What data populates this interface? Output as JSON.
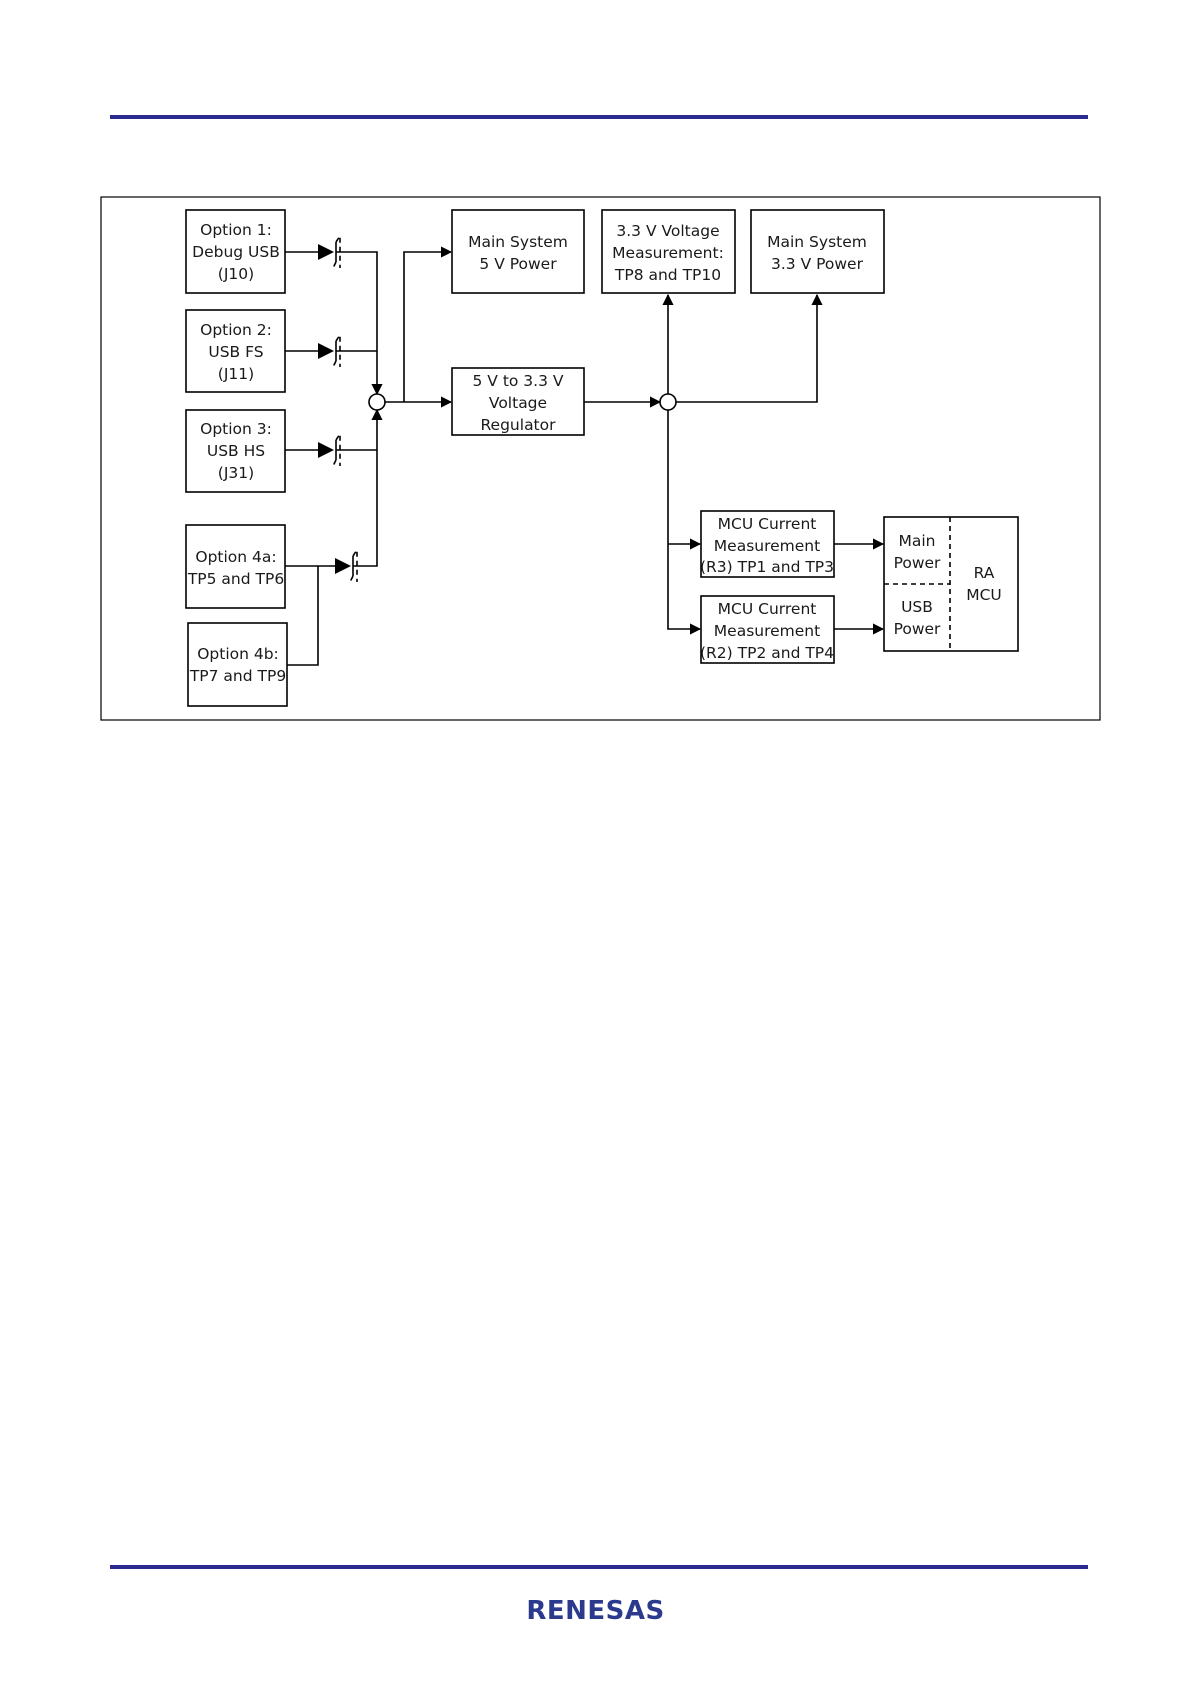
{
  "colors": {
    "rule": "#2a2a8f",
    "logo": "#2b3a8c"
  },
  "diagram": {
    "opt1": [
      "Option 1:",
      "Debug USB",
      "(J10)"
    ],
    "opt2": [
      "Option 2:",
      "USB FS",
      "(J11)"
    ],
    "opt3": [
      "Option 3:",
      "USB HS",
      "(J31)"
    ],
    "opt4a": [
      "Option 4a:",
      "TP5 and TP6"
    ],
    "opt4b": [
      "Option 4b:",
      "TP7 and TP9"
    ],
    "main5v": [
      "Main System",
      "5 V Power"
    ],
    "reg": [
      "5 V to 3.3 V",
      "Voltage",
      "Regulator"
    ],
    "meas33": [
      "3.3 V Voltage",
      "Measurement:",
      "TP8 and TP10"
    ],
    "main33v": [
      "Main System",
      "3.3 V Power"
    ],
    "mcu1": [
      "MCU Current",
      "Measurement",
      "(R3) TP1 and TP3"
    ],
    "mcu2": [
      "MCU Current",
      "Measurement",
      "(R2) TP2 and TP4"
    ],
    "mainpwr": [
      "Main",
      "Power"
    ],
    "usbpwr": [
      "USB",
      "Power"
    ],
    "ramcu": [
      "RA",
      "MCU"
    ]
  },
  "footer": {
    "logo": "RENESAS"
  }
}
